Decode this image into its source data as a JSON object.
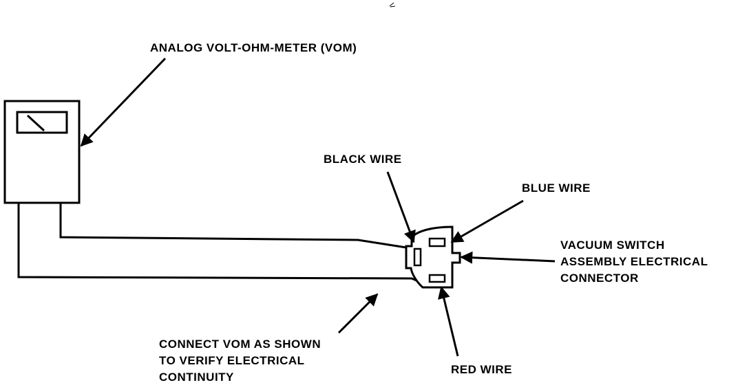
{
  "labels": {
    "vom": "ANALOG VOLT-OHM-METER (VOM)",
    "black_wire": "BLACK WIRE",
    "blue_wire": "BLUE WIRE",
    "connector": [
      "VACUUM SWITCH",
      "ASSEMBLY ELECTRICAL",
      "CONNECTOR"
    ],
    "instruction": [
      "CONNECT VOM AS SHOWN",
      "TO VERIFY ELECTRICAL",
      "CONTINUITY"
    ],
    "red_wire": "RED WIRE"
  },
  "colors": {
    "ink": "#000000",
    "paper": "#ffffff"
  }
}
